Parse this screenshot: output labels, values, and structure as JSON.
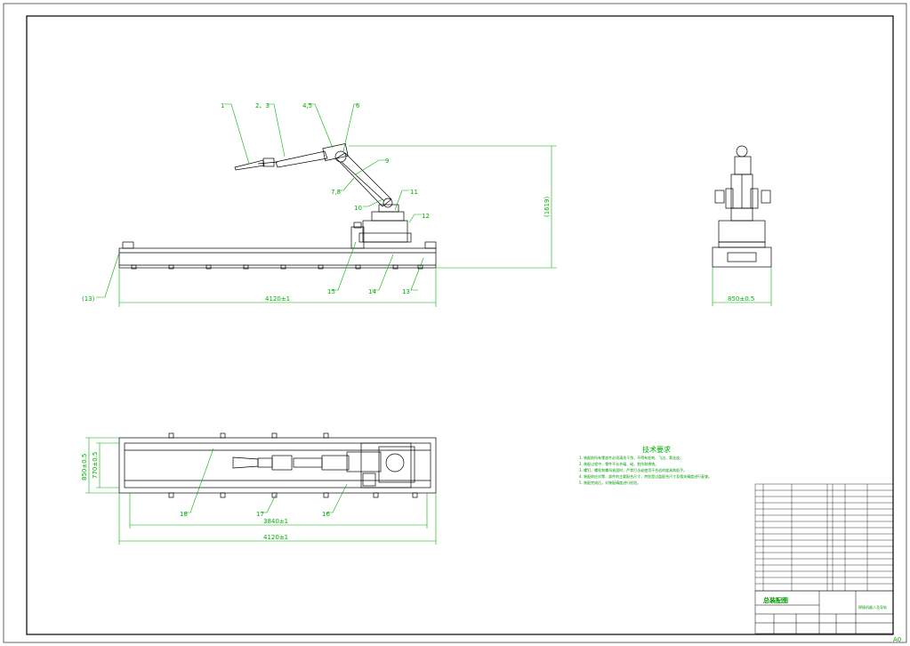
{
  "colors": {
    "line": "#000000",
    "annotation": "#00b000",
    "paper": "#ffffff"
  },
  "side_view": {
    "callouts": [
      "1",
      "2、3",
      "4,5",
      "6",
      "7,8",
      "9",
      "10",
      "11",
      "12",
      "13",
      "14",
      "15",
      "(13)"
    ],
    "dim_length": "4120±1",
    "dim_height": "(1619)"
  },
  "end_view": {
    "dim_width": "850±0.5"
  },
  "top_view": {
    "callouts": [
      "16",
      "17",
      "18"
    ],
    "dim_outer": "4120±1",
    "dim_inner": "3840±1",
    "dim_width_outer": "850±0.5",
    "dim_width_inner": "770±0.5"
  },
  "notes": {
    "heading": "技术要求",
    "lines": [
      "1. 装配前所有零部件必须清洗干净，不得有毛刺、飞边、氧化皮。",
      "2. 装配过程中，零件不允许磕、碰、划伤和锈蚀。",
      "3. 螺钉、螺栓和螺母紧固时，严禁打击或使用不合适的旋具和扳手。",
      "4. 装配前应对零、部件的主要配合尺寸，特别是过盈配合尺寸及相关精度进行复查。",
      "5. 装配完成后，对装配精度进行检验。"
    ]
  },
  "title_block": {
    "drawing_title": "总装配图",
    "product": "焊接机器人及导轨",
    "sheet_code": "A0"
  }
}
